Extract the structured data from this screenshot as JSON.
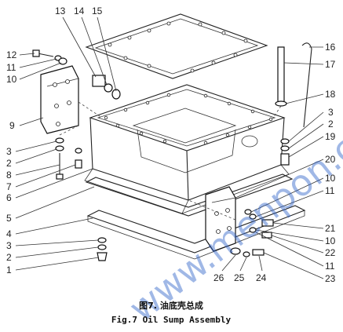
{
  "callouts_left": [
    "12",
    "11",
    "10",
    "9",
    "3",
    "2",
    "8",
    "7",
    "6",
    "5",
    "4",
    "3",
    "2",
    "1"
  ],
  "callouts_top": [
    "13",
    "14",
    "15"
  ],
  "callouts_right": [
    "16",
    "17",
    "18",
    "3",
    "2",
    "19",
    "20",
    "10",
    "11",
    "21",
    "10",
    "22",
    "11",
    "23"
  ],
  "callouts_bottom": [
    "26",
    "25",
    "24"
  ],
  "caption": {
    "chinese": "图7. 油底壳总成",
    "english": "Fig.7 Oil Sump Assembly"
  },
  "watermark": "www.menpon.cc"
}
